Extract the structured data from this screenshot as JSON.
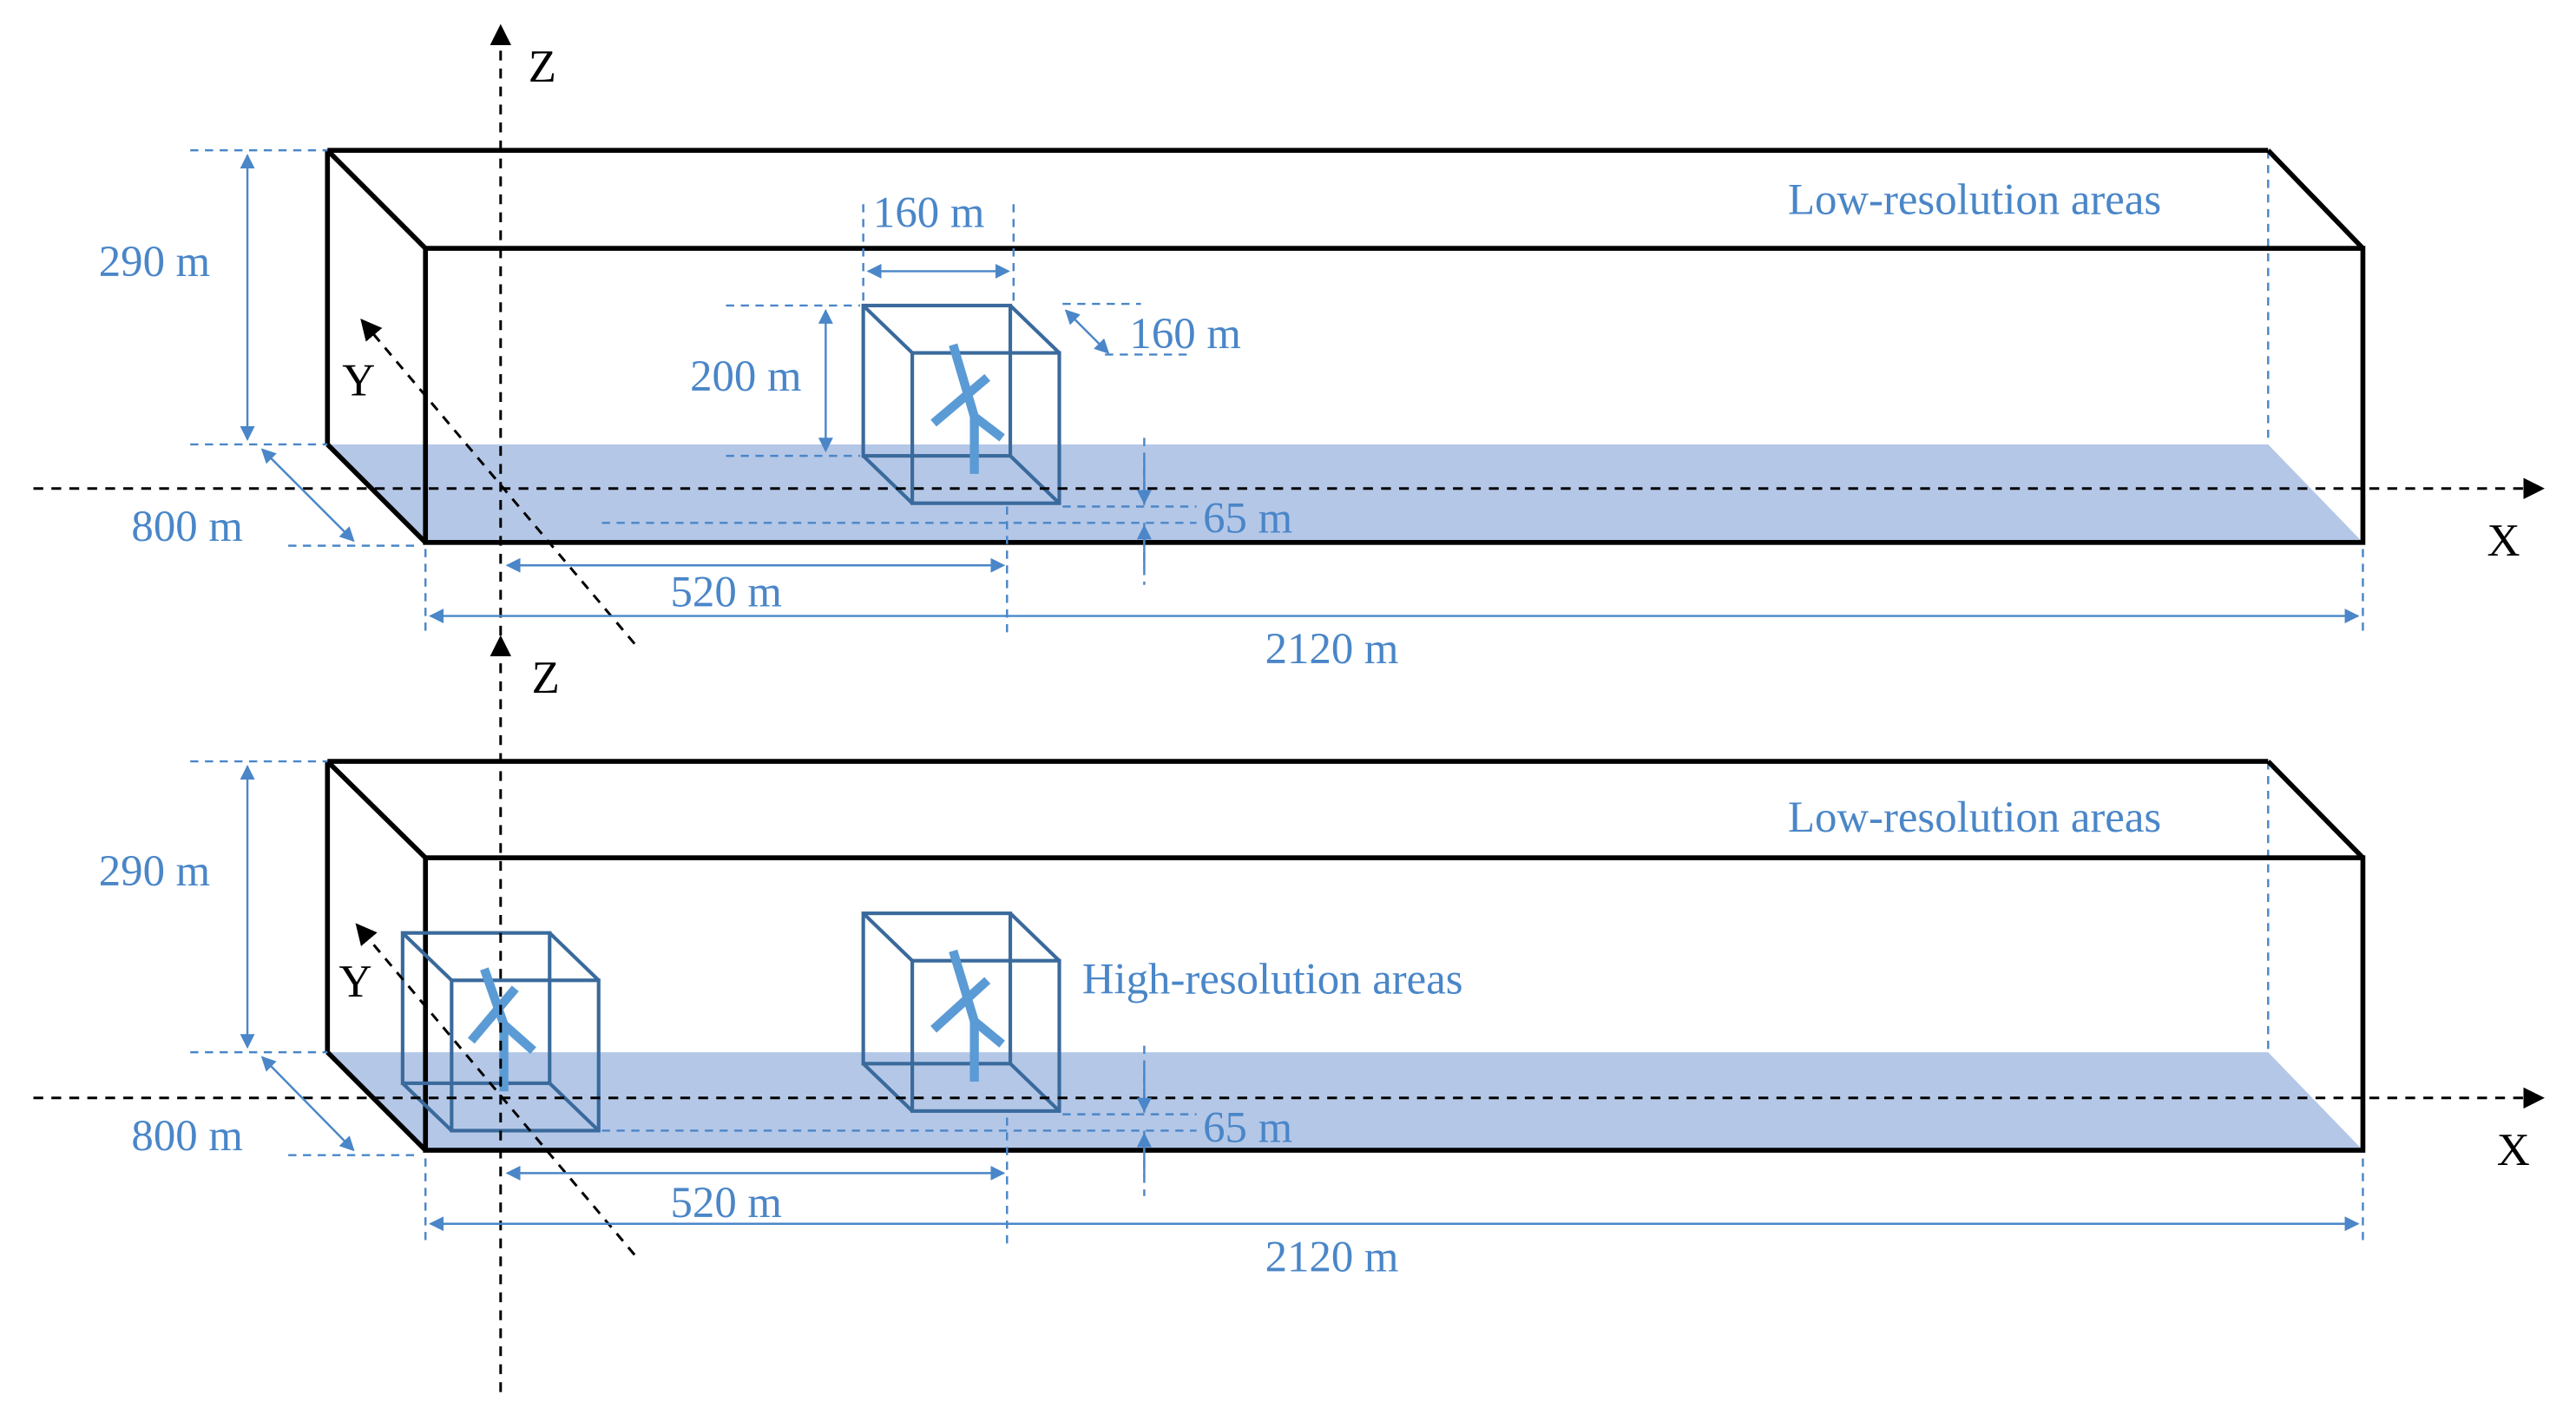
{
  "colors": {
    "dimension": "#4a86c8",
    "box_outline": "#000000",
    "ground_fill": "#b4c7e7",
    "fine_box": "#3a6a9c",
    "turbine": "#5b9bd5",
    "axis": "#000000"
  },
  "panels": [
    {
      "id": "top",
      "axes": {
        "x": "X",
        "y": "Y",
        "z": "Z"
      },
      "area_labels": {
        "low": "Low-resolution areas"
      },
      "dimensions": {
        "height": "290 m",
        "width": "800 m",
        "fine_box_width": "160 m",
        "fine_box_depth": "160 m",
        "fine_box_height": "200 m",
        "hub_offset": "65 m",
        "turbine_x": "520 m",
        "length": "2120 m"
      }
    },
    {
      "id": "bottom",
      "axes": {
        "x": "X",
        "y": "Y",
        "z": "Z"
      },
      "area_labels": {
        "low": "Low-resolution areas",
        "high": "High-resolution areas"
      },
      "dimensions": {
        "height": "290 m",
        "width": "800 m",
        "hub_offset": "65 m",
        "turbine_x": "520 m",
        "length": "2120 m"
      }
    }
  ]
}
